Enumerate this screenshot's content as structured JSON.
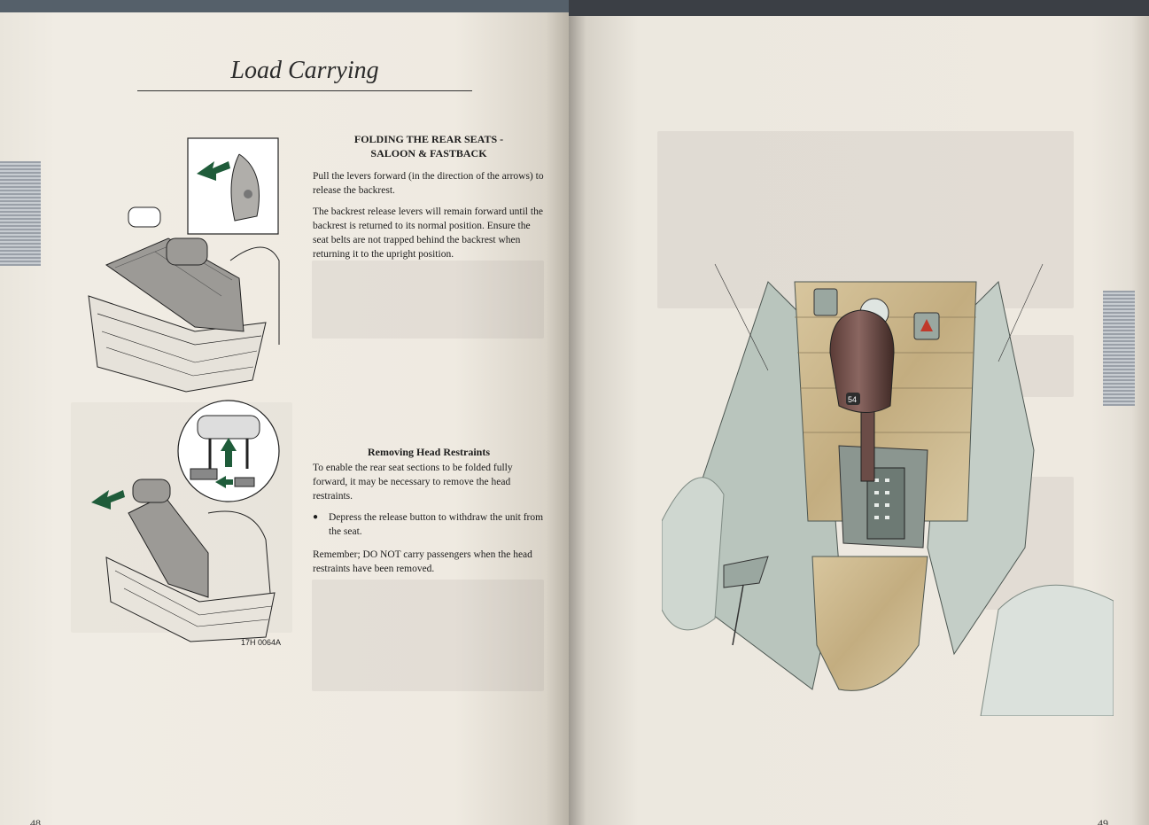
{
  "left_page": {
    "title": "Load Carrying",
    "figure_label": "17H 0064A",
    "page_number": "48",
    "section1": {
      "heading_line1": "FOLDING THE REAR SEATS -",
      "heading_line2": "SALOON & FASTBACK",
      "para1": "Pull the levers forward (in the direction of the arrows) to release the backrest.",
      "para2": "The backrest release levers will remain forward until the backrest is returned to its normal position. Ensure the seat belts are not trapped behind the backrest when returning it to the upright position."
    },
    "section2": {
      "heading": "Removing Head Restraints",
      "para1": "To enable the rear seat sections to be folded fully forward, it may be necessary to remove the head restraints.",
      "bullet1": "Depress the release button to withdraw the unit from the seat.",
      "para2": "Remember; DO NOT carry passengers when the head restraints have been removed."
    }
  },
  "right_page": {
    "page_number": "49",
    "gear_label": "54"
  },
  "colors": {
    "arrow_green": "#1f5c3a",
    "wood": "#cdb88f",
    "console": "#7f8e86"
  }
}
